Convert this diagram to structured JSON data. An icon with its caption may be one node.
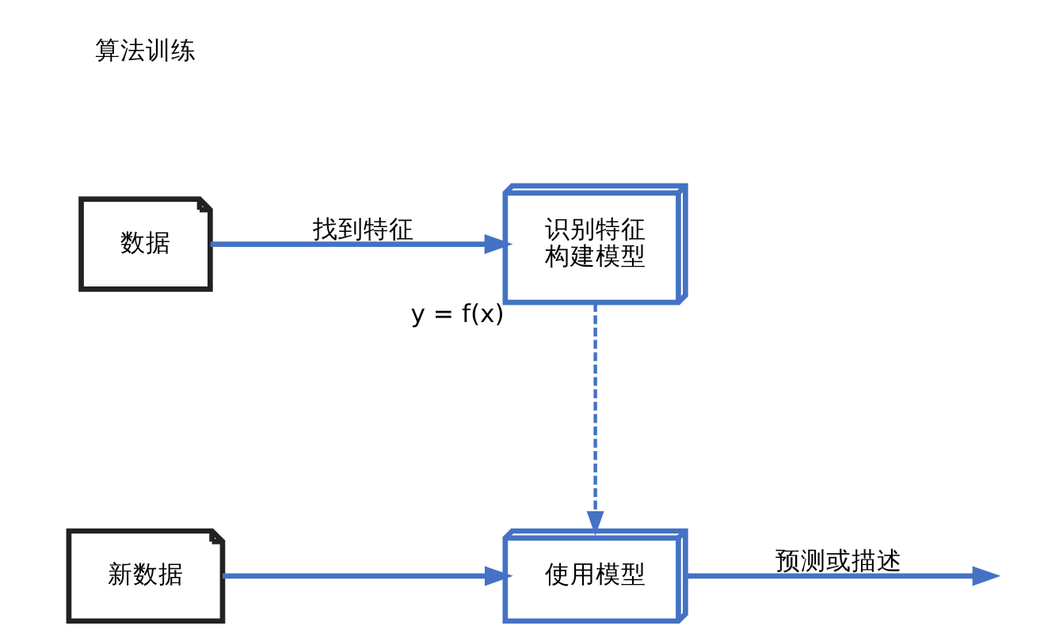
{
  "diagram": {
    "nodes": [
      {
        "text": [
          "数据"
        ]
      },
      {
        "text": [
          "识别特征",
          "构建模型"
        ],
        "beside": [
          "y = f(x)"
        ]
      },
      {
        "text": [
          "新数据"
        ]
      },
      {
        "text": [
          "使用模型"
        ]
      }
    ],
    "edges": [
      {
        "from": 0,
        "to": 1,
        "arrow": "to",
        "label": "找到特征"
      },
      {
        "from": 1,
        "to": 3,
        "arrow": "to",
        "style": "dashed"
      },
      {
        "from": 2,
        "to": 3,
        "arrow": "to"
      },
      {
        "from": 3,
        "to": null,
        "arrow": "to",
        "label": "预测或描述"
      }
    ],
    "labels": [
      "算法训练"
    ]
  }
}
